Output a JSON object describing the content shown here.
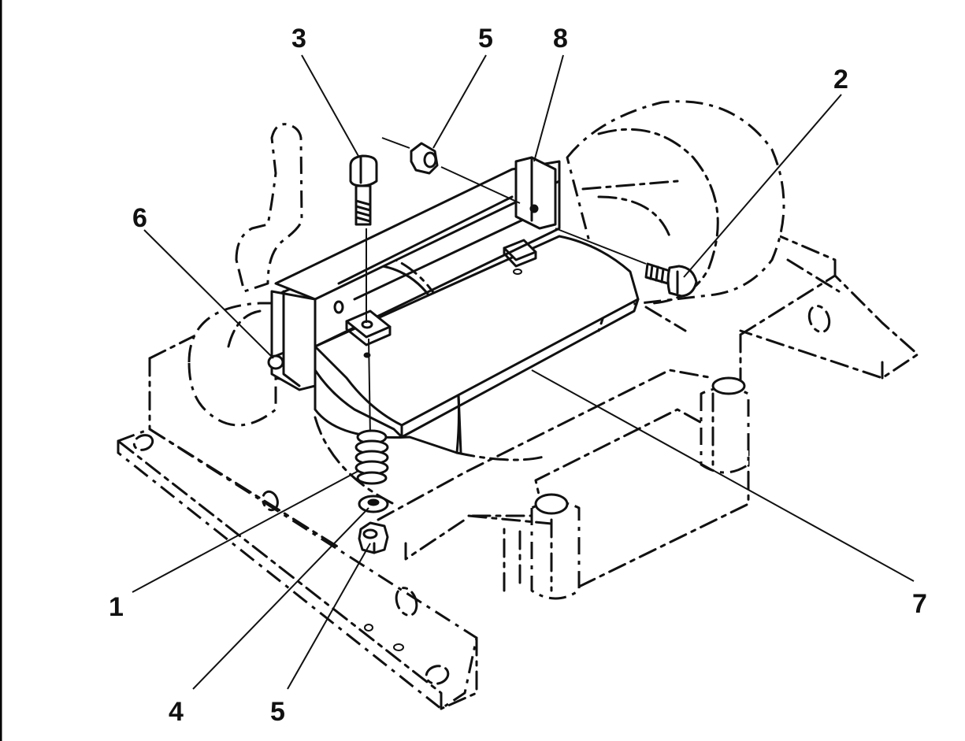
{
  "callouts": {
    "c1": "1",
    "c2": "2",
    "c3": "3",
    "c4": "4",
    "c5_top": "5",
    "c5_bottom": "5",
    "c6": "6",
    "c7": "7",
    "c8": "8"
  }
}
